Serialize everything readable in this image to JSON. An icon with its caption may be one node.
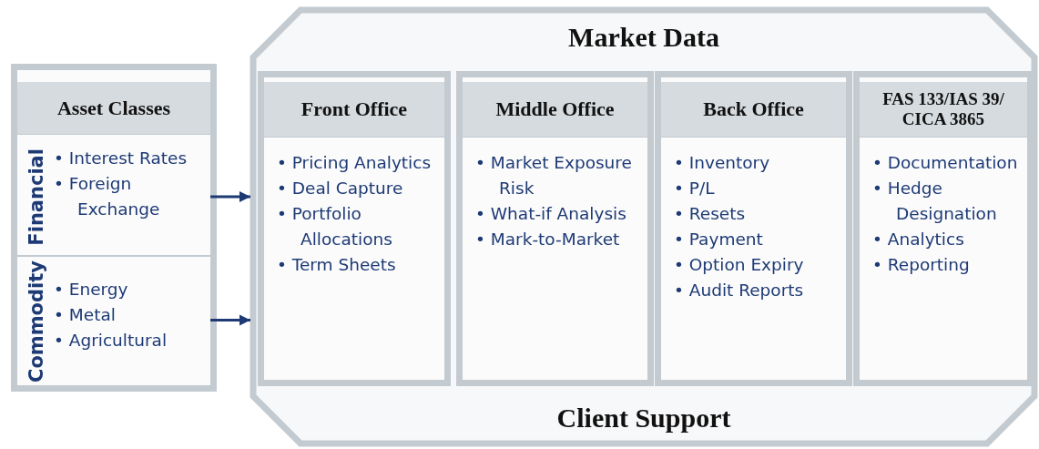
{
  "diagram": {
    "nodes": [
      {
        "text": [
          "Market Data",
          "Client Support"
        ]
      },
      {
        "text": [
          "Asset Classes"
        ]
      },
      {
        "text": [
          "Financial",
          "• Interest Rates",
          "• Foreign Exchange"
        ],
        "in": 1
      },
      {
        "text": [
          "Commodity",
          "• Energy",
          "• Metal",
          "• Agricultural"
        ],
        "in": 1
      },
      {
        "text": [
          "Front Office",
          "• Pricing Analytics",
          "• Deal Capture",
          "• Portfolio Allocations",
          "• Term Sheets"
        ],
        "in": 0
      },
      {
        "text": [
          "Middle Office",
          "• Market Exposure Risk",
          "• What-if Analysis",
          "• Mark-to-Market"
        ],
        "in": 0
      },
      {
        "text": [
          "Back Office",
          "• Inventory",
          "• P/L",
          "• Resets",
          "• Payment",
          "• Option Expiry",
          "• Audit Reports"
        ],
        "in": 0
      },
      {
        "text": [
          "FAS 133/IAS 39/ CICA 3865",
          "• Documentation",
          "• Hedge Designation",
          "• Analytics",
          "• Reporting"
        ],
        "in": 0
      }
    ],
    "edges": [
      {
        "from": 2,
        "to": 0,
        "arrow": "to"
      },
      {
        "from": 3,
        "to": 0,
        "arrow": "to"
      }
    ]
  }
}
